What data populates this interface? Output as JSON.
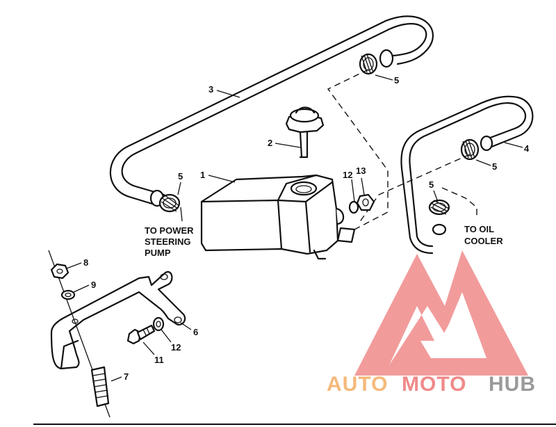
{
  "callouts": {
    "c1": "1",
    "c2": "2",
    "c3": "3",
    "c4": "4",
    "c5a": "5",
    "c5b": "5",
    "c5c": "5",
    "c5d": "5",
    "c6": "6",
    "c7": "7",
    "c8": "8",
    "c9": "9",
    "c11": "11",
    "c12a": "12",
    "c12b": "12",
    "c13": "13"
  },
  "notes": {
    "power_line1": "TO POWER",
    "power_line2": "STEERING",
    "power_line3": "PUMP",
    "oil_line1": "TO OIL",
    "oil_line2": "COOLER"
  },
  "watermark": {
    "part1": "AUTO",
    "part2": "MOTO",
    "part3": "HUB",
    "color_primary": "#f5b97a",
    "color_accent": "#f08a8a",
    "color_dark": "#9a9a9a"
  }
}
